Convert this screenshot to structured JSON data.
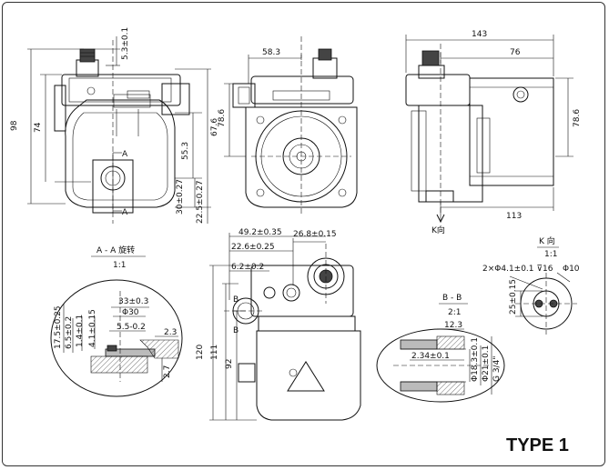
{
  "drawing": {
    "title": "TYPE 1",
    "front_view": {
      "dims": [
        "98",
        "74",
        "5.3±0.1",
        "67.6",
        "55.3",
        "30±0.27",
        "22.5±0.27"
      ],
      "section_marks": [
        "A",
        "A"
      ]
    },
    "side_view": {
      "dims": [
        "58.3",
        "78.6"
      ]
    },
    "right_view": {
      "dims": [
        "143",
        "76",
        "78.6",
        "113"
      ],
      "arrow_label": "K向"
    },
    "section_aa": {
      "title": "A - A 旋转",
      "scale": "1:1",
      "dims": [
        "17.5±0.25",
        "6.5±0.2",
        "1.4±0.1",
        "4.1±0.15",
        "33±0.3",
        "Φ30",
        "5.5-0.2",
        "2.3",
        "2.7"
      ]
    },
    "bottom_view": {
      "dims": [
        "49.2±0.35",
        "26.8±0.15",
        "22.6±0.25",
        "6.2±0.2",
        "120",
        "111",
        "92"
      ],
      "section_marks": [
        "B",
        "B"
      ]
    },
    "section_bb": {
      "title": "B - B",
      "scale": "2:1",
      "dims": [
        "12.3",
        "2.34±0.1",
        "Φ18.3±0.1",
        "Φ21±0.1",
        "G 3/4\""
      ]
    },
    "k_view": {
      "title": "K 向",
      "scale": "1:1",
      "dims": [
        "2×Φ4.1±0.1 ⊽16",
        "Φ10",
        "25±0.15"
      ]
    }
  }
}
